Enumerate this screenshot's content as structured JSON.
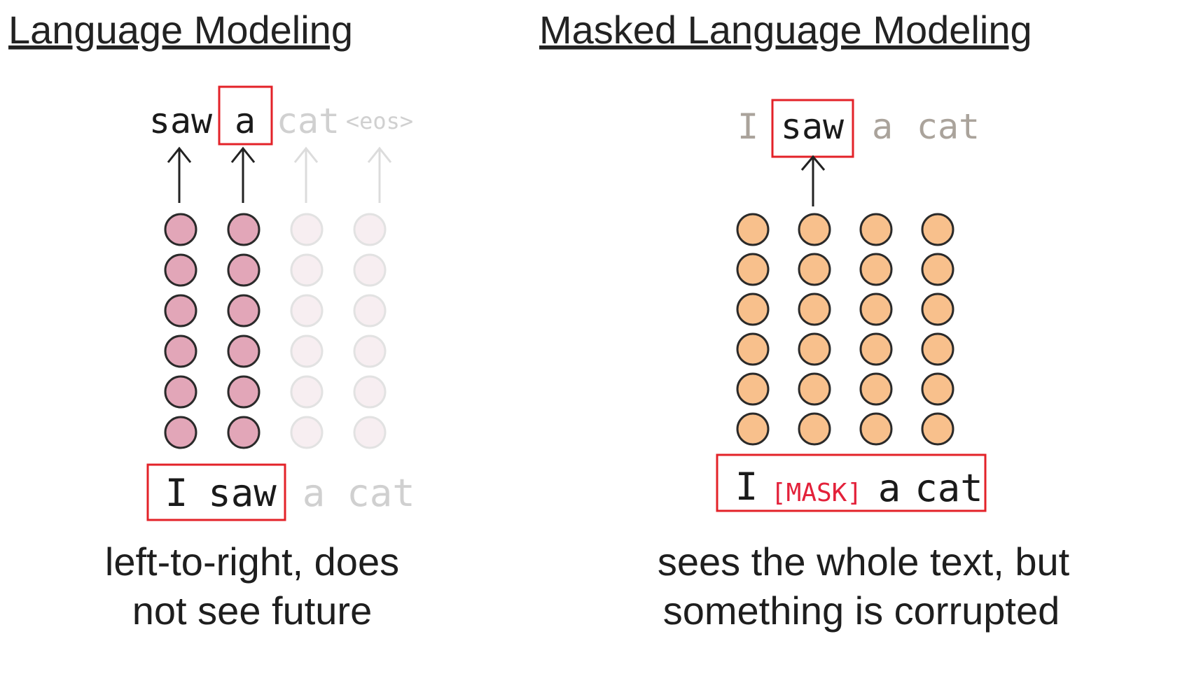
{
  "left": {
    "title": "Language Modeling",
    "top_tokens": [
      "saw",
      "a",
      "cat",
      "<eos>"
    ],
    "bottom_tokens": [
      "I",
      "saw",
      "a",
      "cat"
    ],
    "caption_lines": [
      "left-to-right, does",
      "not see future"
    ]
  },
  "right": {
    "title": "Masked Language Modeling",
    "top_tokens": [
      "I",
      "saw",
      "a",
      "cat"
    ],
    "bottom_tokens": [
      "I",
      "[MASK]",
      "a",
      "cat"
    ],
    "caption_lines": [
      "sees the whole text, but",
      "something is corrupted"
    ]
  },
  "colors": {
    "lm_node": "#e2a6b8",
    "lm_node_faded": "#f7eef1",
    "mlm_node": "#f8c08c",
    "highlight_box": "#e32228",
    "mask_text": "#e3213a"
  }
}
